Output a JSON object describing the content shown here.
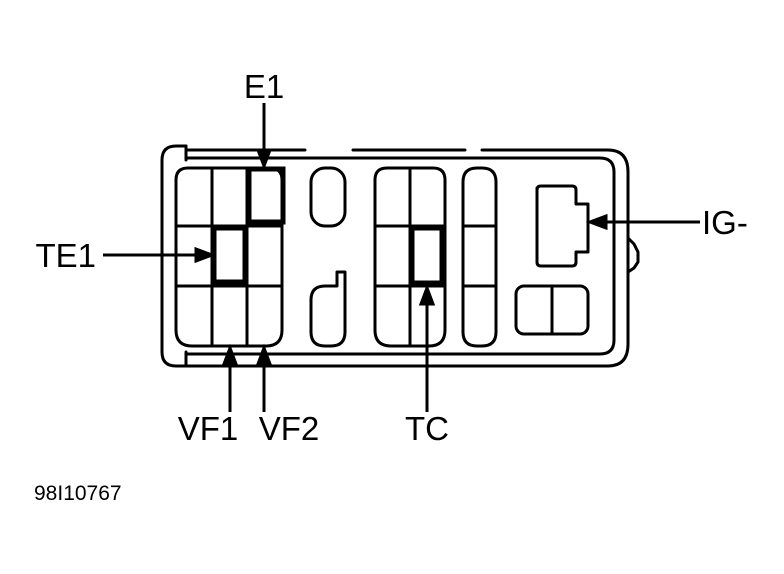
{
  "labels": {
    "e1": "E1",
    "te1": "TE1",
    "ig_minus": "IG-",
    "vf1": "VF1",
    "vf2": "VF2",
    "tc": "TC"
  },
  "figure_code": "98I10767",
  "colors": {
    "line": "#000000",
    "background": "#ffffff"
  }
}
